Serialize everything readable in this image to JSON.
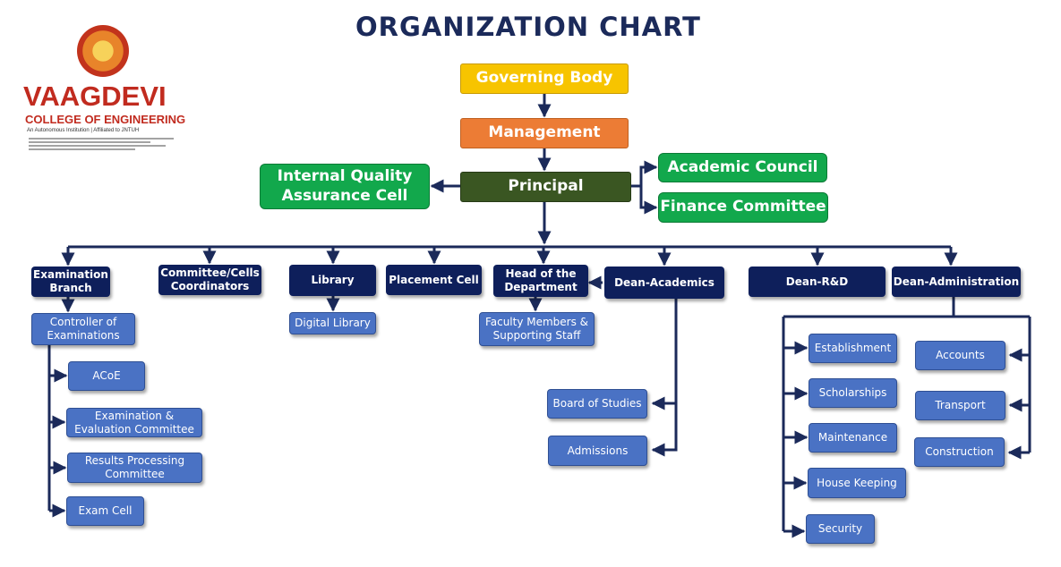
{
  "title": "ORGANIZATION CHART",
  "logo": {
    "name": "VAAGDEVI",
    "subtitle": "COLLEGE OF ENGINEERING",
    "tagline": "An Autonomous Institution | Affiliated to JNTUH"
  },
  "colors": {
    "governing": "#f7c400",
    "management": "#ec7c35",
    "principal": "#3a5622",
    "green": "#12a84c",
    "navy": "#0e1f5b",
    "blue": "#4a72c4",
    "connector": "#1b2a5a"
  },
  "nodes": {
    "governing_body": "Governing Body",
    "management": "Management",
    "principal": "Principal",
    "iqac": "Internal Quality\nAssurance Cell",
    "academic_council": "Academic Council",
    "finance_committee": "Finance Committee",
    "examination_branch": "Examination\nBranch",
    "committee_cells": "Committee/Cells\nCoordinators",
    "library": "Library",
    "placement_cell": "Placement Cell",
    "hod": "Head of the\nDepartment",
    "dean_academics": "Dean-Academics",
    "dean_rd": "Dean-R&D",
    "dean_admin": "Dean-Administration",
    "controller_exams": "Controller of\nExaminations",
    "acoe": "ACoE",
    "exam_eval_committee": "Examination &\nEvaluation Committee",
    "results_committee": "Results Processing\nCommittee",
    "exam_cell": "Exam Cell",
    "digital_library": "Digital Library",
    "faculty_staff": "Faculty Members &\nSupporting Staff",
    "board_of_studies": "Board of Studies",
    "admissions": "Admissions",
    "establishment": "Establishment",
    "scholarships": "Scholarships",
    "maintenance": "Maintenance",
    "house_keeping": "House Keeping",
    "security": "Security",
    "accounts": "Accounts",
    "transport": "Transport",
    "construction": "Construction"
  }
}
